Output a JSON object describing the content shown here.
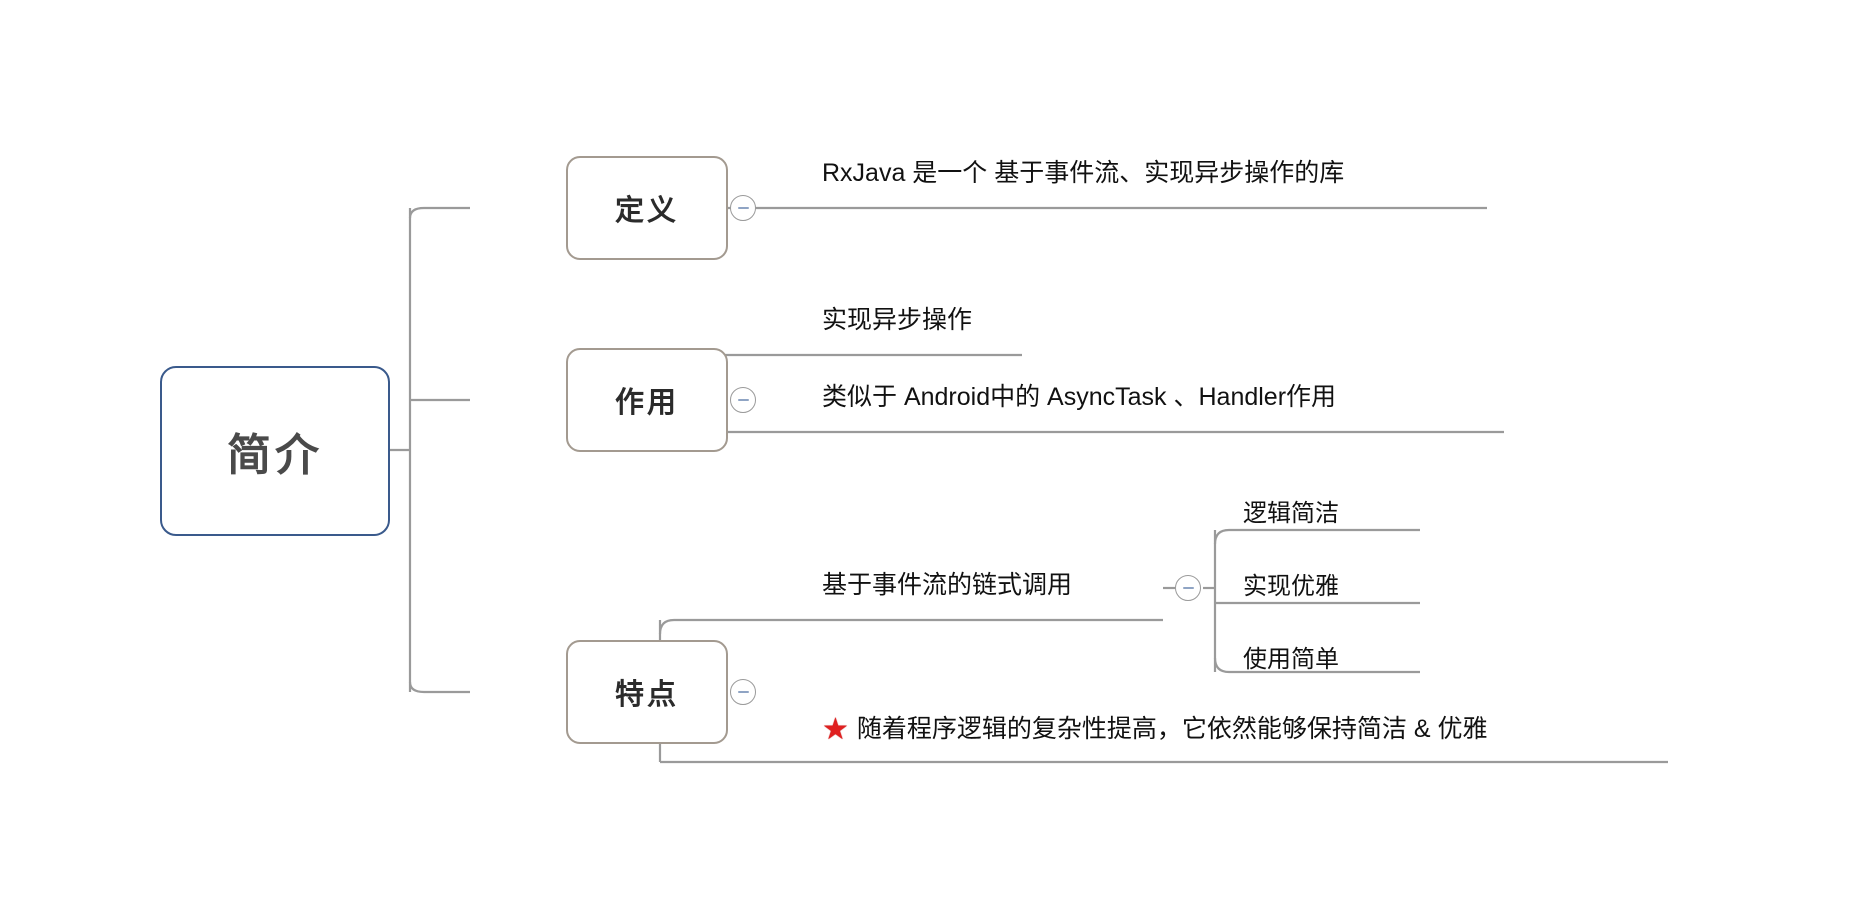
{
  "diagram": {
    "type": "mindmap",
    "title": "简介",
    "background_color": "#ffffff",
    "root": {
      "label": "简介",
      "border_color": "#3a5a8c",
      "text_color": "#4a4a4a"
    },
    "branch_border_color": "#a39a90",
    "edge_color": "#9a9a9a",
    "toggle_icon": "minus-circle",
    "branches": [
      {
        "label": "定义",
        "toggle": "minus-circle",
        "children": [
          {
            "label": "RxJava 是一个 基于事件流、实现异步操作的库"
          }
        ]
      },
      {
        "label": "作用",
        "toggle": "minus-circle",
        "children": [
          {
            "label": "实现异步操作"
          },
          {
            "label": "类似于 Android中的 AsyncTask 、Handler作用"
          }
        ]
      },
      {
        "label": "特点",
        "toggle": "minus-circle",
        "children": [
          {
            "label": "基于事件流的链式调用",
            "toggle": "minus-circle",
            "children": [
              {
                "label": "逻辑简洁"
              },
              {
                "label": "实现优雅"
              },
              {
                "label": "使用简单"
              }
            ]
          },
          {
            "label": "随着程序逻辑的复杂性提高，它依然能够保持简洁 & 优雅",
            "icon": "red-star",
            "icon_glyph": "★",
            "icon_color": "#e02020"
          }
        ]
      }
    ]
  }
}
